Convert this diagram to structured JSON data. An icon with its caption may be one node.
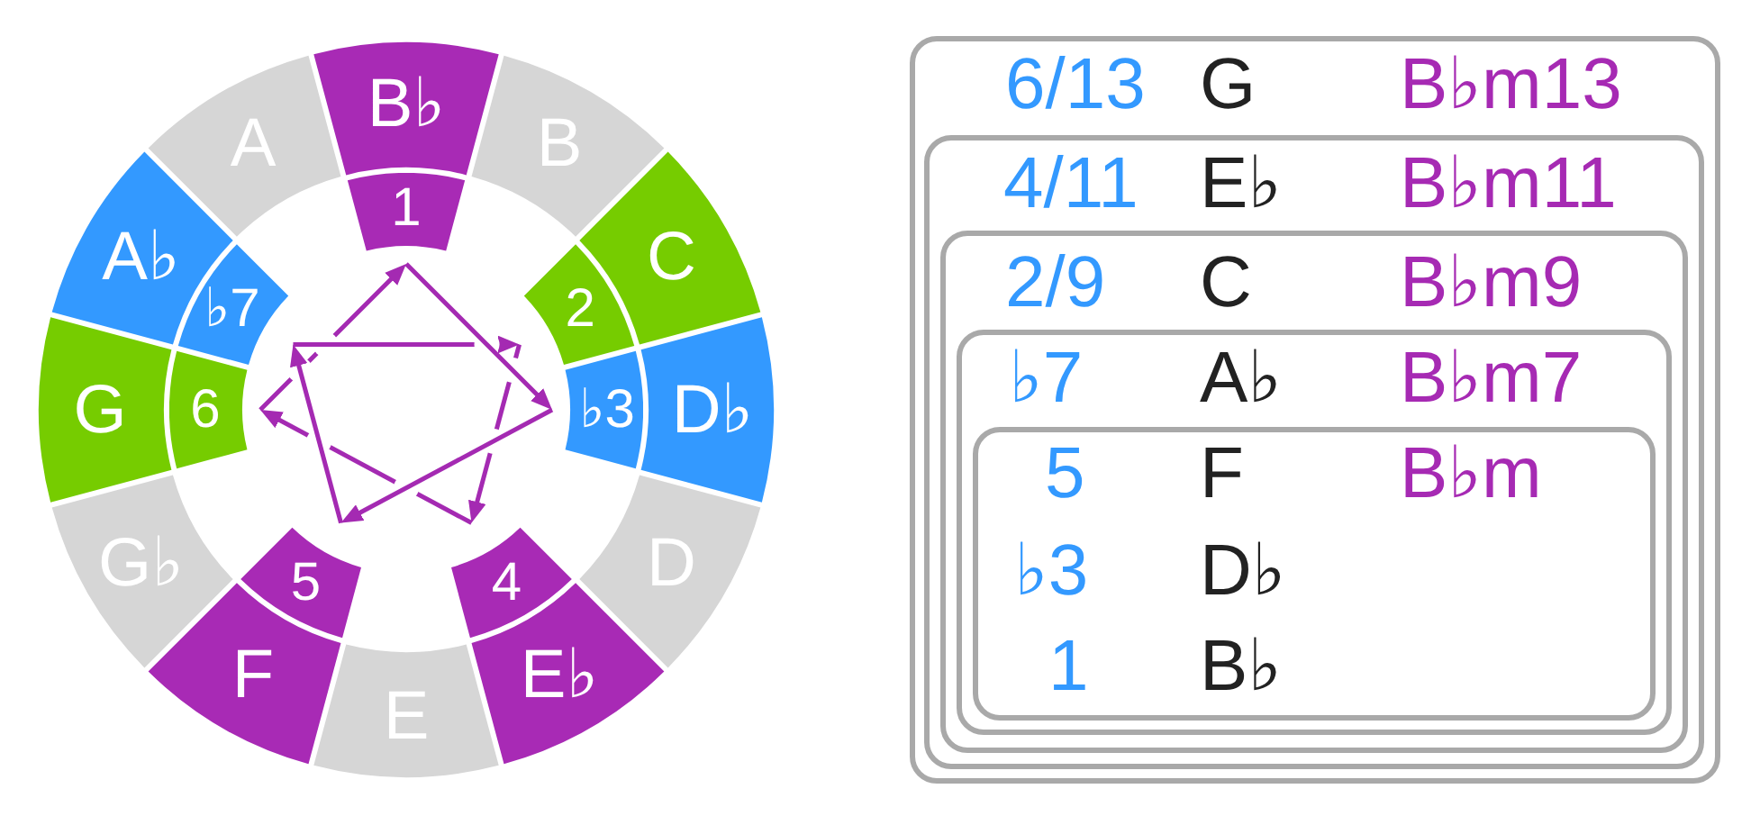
{
  "diagram": {
    "nodes": [
      {
        "text": [
          "B♭"
        ]
      },
      {
        "text": [
          "B"
        ]
      },
      {
        "text": [
          "C"
        ]
      },
      {
        "text": [
          "D♭"
        ]
      },
      {
        "text": [
          "D"
        ]
      },
      {
        "text": [
          "E♭"
        ]
      },
      {
        "text": [
          "E"
        ]
      },
      {
        "text": [
          "F"
        ]
      },
      {
        "text": [
          "G♭"
        ]
      },
      {
        "text": [
          "G"
        ]
      },
      {
        "text": [
          "A♭"
        ]
      },
      {
        "text": [
          "A"
        ]
      },
      {
        "text": [
          "1"
        ]
      },
      {
        "text": [
          "2"
        ]
      },
      {
        "text": [
          "♭3"
        ]
      },
      {
        "text": [
          "4"
        ]
      },
      {
        "text": [
          "5"
        ]
      },
      {
        "text": [
          "6"
        ]
      },
      {
        "text": [
          "♭7"
        ]
      },
      {
        "text": [
          "6/13",
          "G",
          "B♭m13"
        ]
      },
      {
        "text": [
          "4/11",
          "E♭",
          "B♭m11"
        ],
        "in": 19
      },
      {
        "text": [
          "2/9",
          "C",
          "B♭m9"
        ],
        "in": 20
      },
      {
        "text": [
          "♭7",
          "A♭",
          "B♭m7"
        ],
        "in": 21
      },
      {
        "text": [
          "5",
          "F",
          "B♭m",
          "♭3",
          "D♭",
          "1",
          "B♭"
        ],
        "in": 22
      }
    ],
    "edges": [
      {
        "from": 12,
        "to": 14,
        "arrow": "to"
      },
      {
        "from": 14,
        "to": 16,
        "arrow": "to"
      },
      {
        "from": 16,
        "to": 18,
        "arrow": "to"
      },
      {
        "from": 18,
        "to": 13,
        "arrow": "to"
      },
      {
        "from": 13,
        "to": 15,
        "arrow": "to"
      },
      {
        "from": 15,
        "to": 17,
        "arrow": "to"
      },
      {
        "from": 17,
        "to": 12,
        "arrow": "to"
      }
    ]
  }
}
